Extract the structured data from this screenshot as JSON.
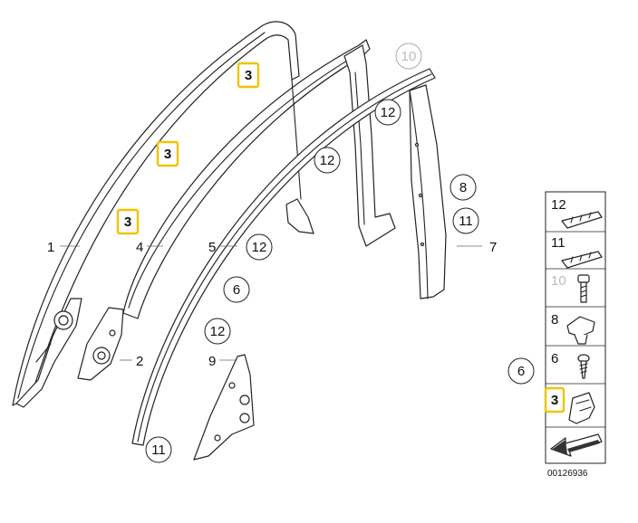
{
  "diagram": {
    "part_labels": [
      "1",
      "2",
      "4",
      "5",
      "7",
      "9"
    ],
    "circled_labels": [
      {
        "id": "10",
        "greyed": true
      },
      {
        "id": "12"
      },
      {
        "id": "12"
      },
      {
        "id": "12"
      },
      {
        "id": "12"
      },
      {
        "id": "8"
      },
      {
        "id": "11"
      },
      {
        "id": "11"
      },
      {
        "id": "6"
      },
      {
        "id": "6"
      }
    ],
    "highlighted_labels": [
      "3",
      "3",
      "3"
    ],
    "highlight_color": "#f0c400"
  },
  "legend": {
    "rows": [
      {
        "id": "12",
        "icon": "clip-strip-icon"
      },
      {
        "id": "11",
        "icon": "clip-strip-icon"
      },
      {
        "id": "10",
        "icon": "bolt-icon",
        "greyed": true
      },
      {
        "id": "8",
        "icon": "nut-clip-icon"
      },
      {
        "id": "6",
        "icon": "screw-icon"
      },
      {
        "id": "3",
        "icon": "spring-clip-icon",
        "highlighted": true
      }
    ],
    "footer_icon": "arrow-icon"
  },
  "diagram_number": "00126936"
}
